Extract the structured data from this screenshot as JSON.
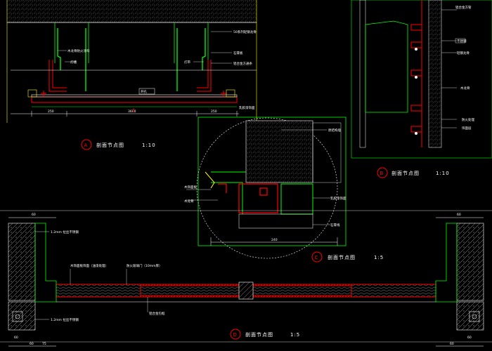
{
  "titles": {
    "a": {
      "marker": "A",
      "title": "剖面节点图",
      "scale": "1:10"
    },
    "b": {
      "marker": "B",
      "title": "剖面节点图",
      "scale": "1:10"
    },
    "c": {
      "marker": "C",
      "title": "剖面节点图",
      "scale": "1:5"
    },
    "d": {
      "marker": "D",
      "title": "剖面节点图",
      "scale": "1:5"
    }
  },
  "labels": {
    "a_light_trough": "灯槽",
    "a_wood_frame": "木龙骨防火涂料",
    "a_board": "石膏板",
    "a_right_panel": "铝合金方通条",
    "a_fixture": "灯带",
    "a_hole": "开孔",
    "a_top": "50系列轻钢龙骨",
    "a_finish": "乳胶漆饰面",
    "a_dim_left": "250",
    "a_dim_mid": "3600",
    "a_dim_right": "250",
    "c_wall": "原结构墙",
    "c_board": "木饰面板",
    "c_frame": "木龙骨",
    "c_paint": "乳胶漆饰面",
    "c_line": "石膏线",
    "c_dim": "240",
    "d_steel_top": "1.2mm 拉丝不锈钢",
    "d_steel_bottom": "1.2mm 拉丝不锈钢",
    "d_wood": "木饰面板饰面（油漆处理）",
    "d_glass": "防火玻璃门（10mm厚）",
    "d_frame": "铝合金包框",
    "d_dim_1": "60",
    "d_dim_2": "60",
    "d_dim_3": "60",
    "d_dim_4": "60",
    "d_dim_5": "75",
    "d_dim_6": "60",
    "d_dim_7": "60",
    "b_label_1": "铝合金方管",
    "b_label_2": "不锈钢",
    "b_label_3": "轻钢龙骨",
    "b_label_4": "木龙骨",
    "b_label_5": "防火处理",
    "b_label_6": "饰面层"
  },
  "colors": {
    "green": "#00ff00",
    "red": "#ff0000",
    "yellow": "#ffff00",
    "white": "#ffffff",
    "cyan": "#00ffff",
    "blue": "#0000ff"
  }
}
